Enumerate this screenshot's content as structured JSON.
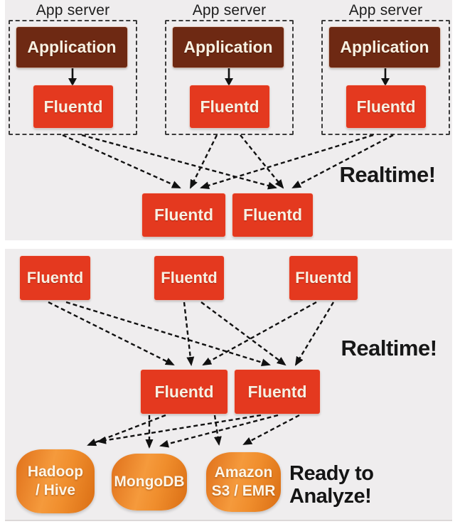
{
  "top_panel": {
    "app_servers": [
      {
        "label": "App server",
        "application": "Application",
        "fluentd": "Fluentd"
      },
      {
        "label": "App server",
        "application": "Application",
        "fluentd": "Fluentd"
      },
      {
        "label": "App server",
        "application": "Application",
        "fluentd": "Fluentd"
      }
    ],
    "aggregators": [
      "Fluentd",
      "Fluentd"
    ],
    "annotation": "Realtime!"
  },
  "bottom_panel": {
    "forwarders": [
      "Fluentd",
      "Fluentd",
      "Fluentd"
    ],
    "aggregators": [
      "Fluentd",
      "Fluentd"
    ],
    "annotation": "Realtime!",
    "datastores": [
      {
        "lines": [
          "Hadoop",
          "/ Hive"
        ]
      },
      {
        "lines": [
          "MongoDB"
        ]
      },
      {
        "lines": [
          "Amazon",
          "S3 / EMR"
        ]
      }
    ],
    "ready_annotation": {
      "lines": [
        "Ready to",
        "Analyze!"
      ]
    }
  },
  "colors": {
    "fluentd_red": "#e4391f",
    "application_brown": "#6e2913",
    "datastore_orange": "#f08e2d",
    "panel_background": "#efedee",
    "arrow_black": "#1a1a1a",
    "box_text_cream": "#f8f0e2"
  }
}
